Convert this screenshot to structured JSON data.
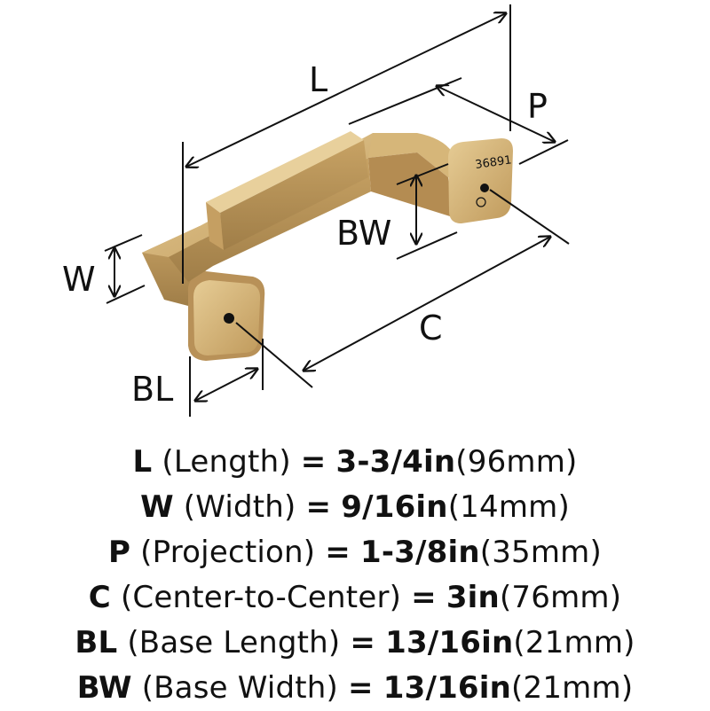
{
  "diagram": {
    "labels": {
      "L": "L",
      "P": "P",
      "BW": "BW",
      "W": "W",
      "C": "C",
      "BL": "BL"
    },
    "part_number": "36891",
    "colors": {
      "finish": "#c9a66b",
      "finish_light": "#e1c48c",
      "finish_dark": "#a8874f",
      "ink": "#111111"
    }
  },
  "specs": [
    {
      "key": "L",
      "desc": "(Length)",
      "eq": "=",
      "imperial": "3-3/4in",
      "metric": "(96mm)"
    },
    {
      "key": "W",
      "desc": "(Width)",
      "eq": "=",
      "imperial": "9/16in",
      "metric": "(14mm)"
    },
    {
      "key": "P",
      "desc": "(Projection)",
      "eq": "=",
      "imperial": "1-3/8in",
      "metric": "(35mm)"
    },
    {
      "key": "C",
      "desc": "(Center-to-Center)",
      "eq": "=",
      "imperial": "3in",
      "metric": "(76mm)"
    },
    {
      "key": "BL",
      "desc": "(Base Length)",
      "eq": "=",
      "imperial": "13/16in",
      "metric": "(21mm)"
    },
    {
      "key": "BW",
      "desc": "(Base Width)",
      "eq": "=",
      "imperial": "13/16in",
      "metric": "(21mm)"
    }
  ]
}
